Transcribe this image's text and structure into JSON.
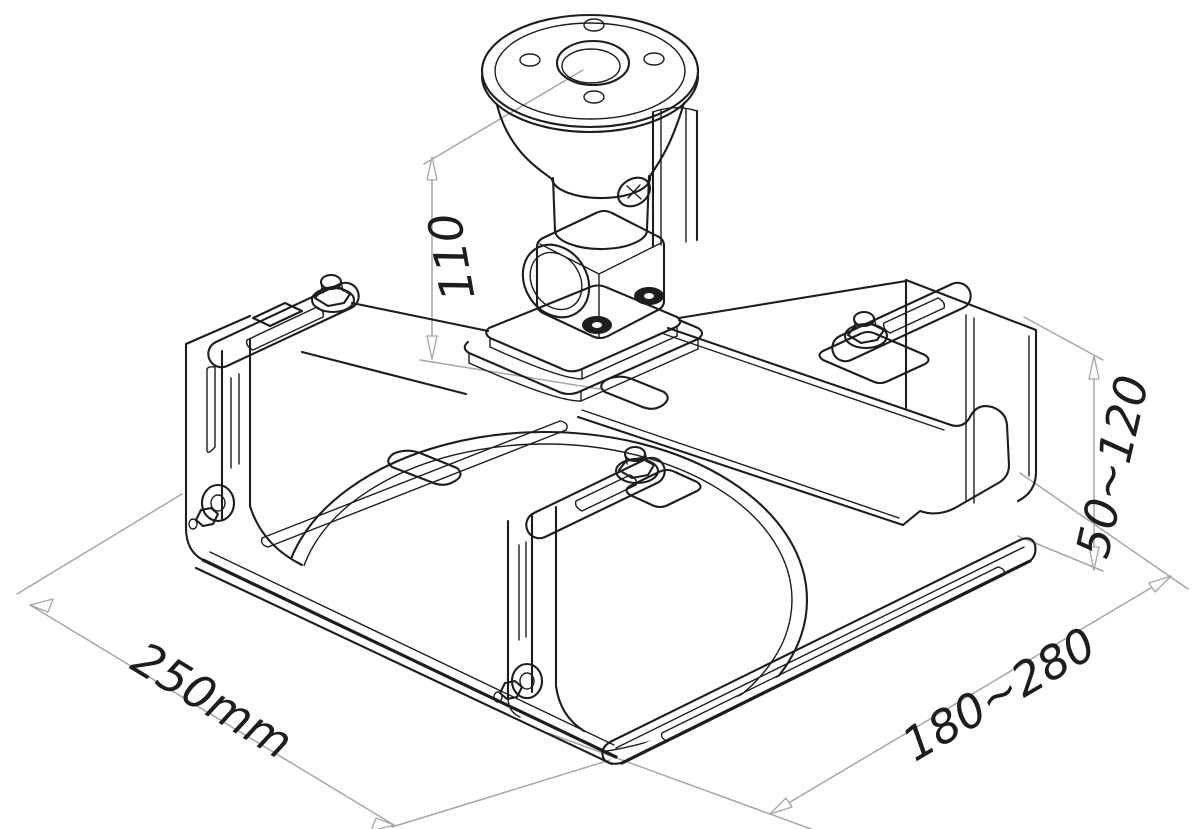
{
  "drawing": {
    "background_color": "#ffffff",
    "line_color": "#1d1d1d",
    "dimension_line_color": "#a6a6a6",
    "dimensions": {
      "mount_height": "110",
      "bracket_height_range": "50~120",
      "base_width": "250mm",
      "depth_range": "180~280"
    }
  }
}
